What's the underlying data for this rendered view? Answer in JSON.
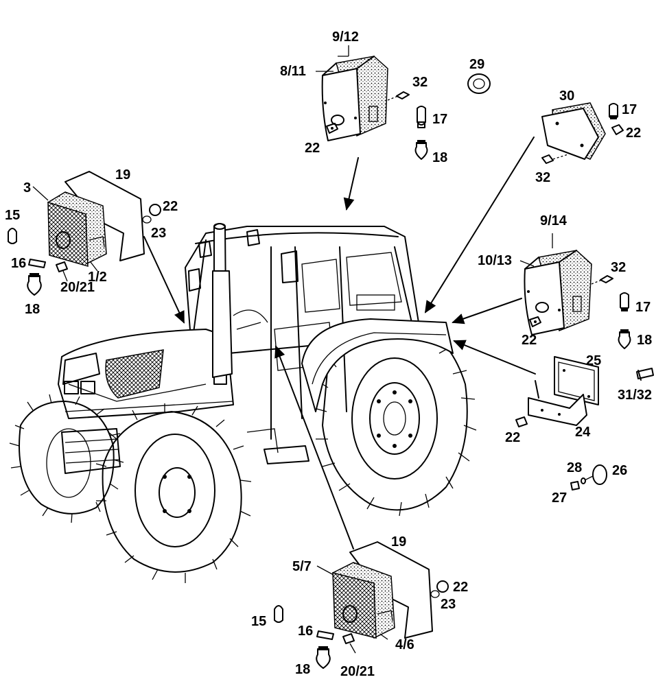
{
  "labels": {
    "l_9_12": "9/12",
    "l_8_11": "8/11",
    "l_32_a": "32",
    "l_17_a": "17",
    "l_18_a": "18",
    "l_22_a": "22",
    "l_29": "29",
    "l_30": "30",
    "l_17_b": "17",
    "l_22_b": "22",
    "l_32_b": "32",
    "l_19_a": "19",
    "l_3": "3",
    "l_22_c": "22",
    "l_23_a": "23",
    "l_15_a": "15",
    "l_16_a": "16",
    "l_1_2": "1/2",
    "l_20_21_a": "20/21",
    "l_18_b": "18",
    "l_9_14": "9/14",
    "l_10_13": "10/13",
    "l_32_c": "32",
    "l_17_c": "17",
    "l_22_d": "22",
    "l_18_c": "18",
    "l_25": "25",
    "l_31_32": "31/32",
    "l_22_e": "22",
    "l_24": "24",
    "l_28": "28",
    "l_26": "26",
    "l_27": "27",
    "l_19_b": "19",
    "l_5_7": "5/7",
    "l_22_f": "22",
    "l_23_b": "23",
    "l_15_b": "15",
    "l_16_b": "16",
    "l_4_6": "4/6",
    "l_18_d": "18",
    "l_20_21_b": "20/21"
  }
}
